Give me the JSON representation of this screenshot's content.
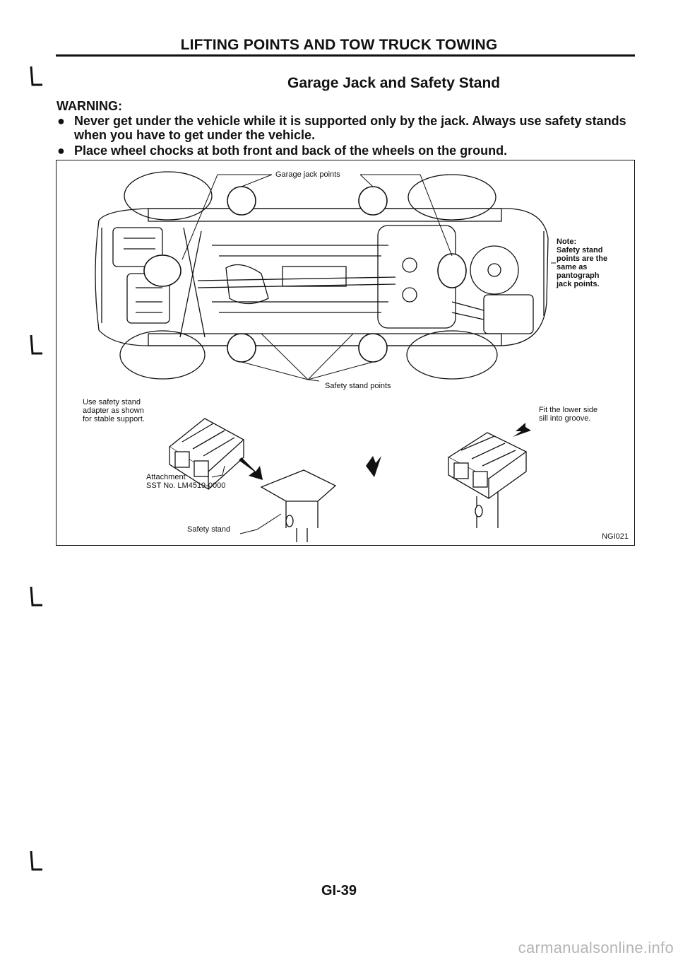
{
  "header": {
    "title": "LIFTING POINTS AND TOW TRUCK TOWING"
  },
  "section": {
    "subtitle": "Garage Jack and Safety Stand"
  },
  "warning": {
    "label": "WARNING:",
    "bullet_char": "●",
    "items": [
      "Never get under the vehicle while it is supported only by the jack. Always use safety stands when you have to get under the vehicle.",
      "Place wheel chocks at both front and back of the wheels on the ground."
    ]
  },
  "figure": {
    "garage_jack_points": "Garage jack points",
    "safety_stand_points": "Safety stand points",
    "note": {
      "title": "Note:",
      "lines": [
        "Safety stand",
        "points are the",
        "same as",
        "pantograph",
        "jack points."
      ]
    },
    "adapter_note": [
      "Use safety stand",
      "adapter as shown",
      "for stable support."
    ],
    "attachment": {
      "label": "Attachment",
      "sst": "SST No. LM4519-0000"
    },
    "safety_stand": "Safety stand",
    "fit_note": [
      "Fit the lower side",
      "sill into groove."
    ],
    "figure_id": "NGI021"
  },
  "footer": {
    "page_number": "GI-39"
  },
  "watermark": {
    "text": "carmanualsonline.info"
  }
}
